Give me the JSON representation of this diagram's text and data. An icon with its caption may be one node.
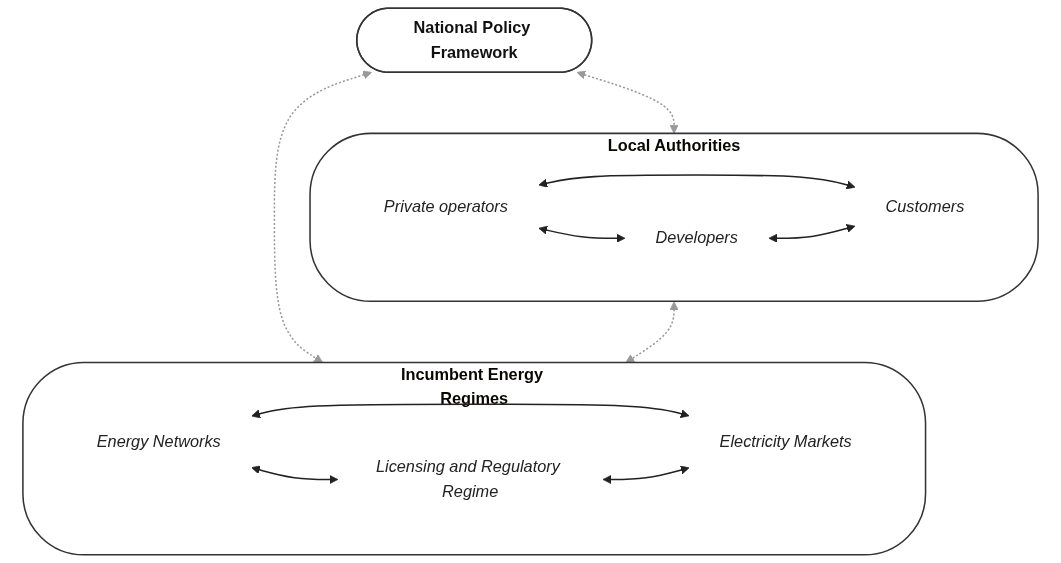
{
  "diagram": {
    "nodes": [
      {
        "text": [
          "National Policy Framework"
        ]
      },
      {
        "text": [
          "Local Authorities"
        ]
      },
      {
        "text": [
          "Private operators"
        ],
        "in": 1
      },
      {
        "text": [
          "Customers"
        ],
        "in": 1
      },
      {
        "text": [
          "Developers"
        ],
        "in": 1
      },
      {
        "text": [
          "Incumbent Energy Regimes"
        ]
      },
      {
        "text": [
          "Energy Networks"
        ],
        "in": 5
      },
      {
        "text": [
          "Electricity Markets"
        ],
        "in": 5
      },
      {
        "text": [
          "Licensing and Regulatory Regime"
        ],
        "in": 5
      }
    ],
    "edges": [
      {
        "from": 0,
        "to": 1,
        "arrow": "both",
        "style": "dashed",
        "color": "#999999"
      },
      {
        "from": 0,
        "to": 5,
        "arrow": "both",
        "style": "dashed",
        "color": "#999999"
      },
      {
        "from": 1,
        "to": 5,
        "arrow": "both",
        "style": "dashed",
        "color": "#999999"
      },
      {
        "from": 2,
        "to": 3,
        "arrow": "both"
      },
      {
        "from": 2,
        "to": 4,
        "arrow": "both"
      },
      {
        "from": 4,
        "to": 3,
        "arrow": "both"
      },
      {
        "from": 6,
        "to": 7,
        "arrow": "both"
      },
      {
        "from": 6,
        "to": 8,
        "arrow": "both"
      },
      {
        "from": 8,
        "to": 7,
        "arrow": "both"
      }
    ]
  }
}
